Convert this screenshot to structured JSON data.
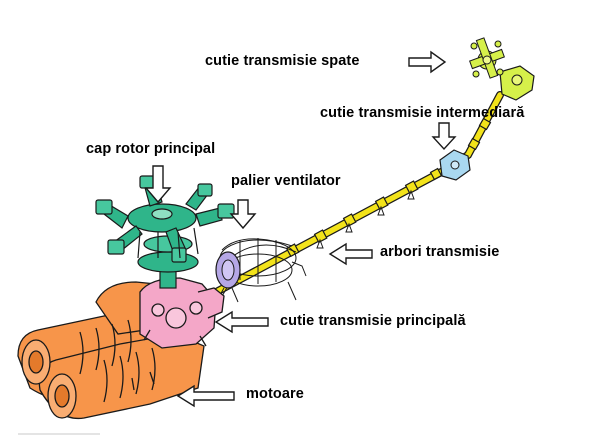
{
  "labels": {
    "tail_gearbox": "cutie transmisie spate",
    "intermediate_gearbox": "cutie transmisie intermediară",
    "main_rotor_head": "cap rotor principal",
    "fan_bearing": "palier ventilator",
    "drive_shafts": "arbori transmisie",
    "main_gearbox": "cutie transmisie principală",
    "engines": "motoare"
  },
  "colors": {
    "rotor_head": "#2fb58a",
    "main_gearbox": "#f4a7c8",
    "engines": "#f7954a",
    "shafts": "#f3e31a",
    "tail_gearbox": "#d6f04a",
    "intermediate_gearbox": "#a9d8f0",
    "fan": "#b5a7e6",
    "outline": "#1a1a1a"
  }
}
